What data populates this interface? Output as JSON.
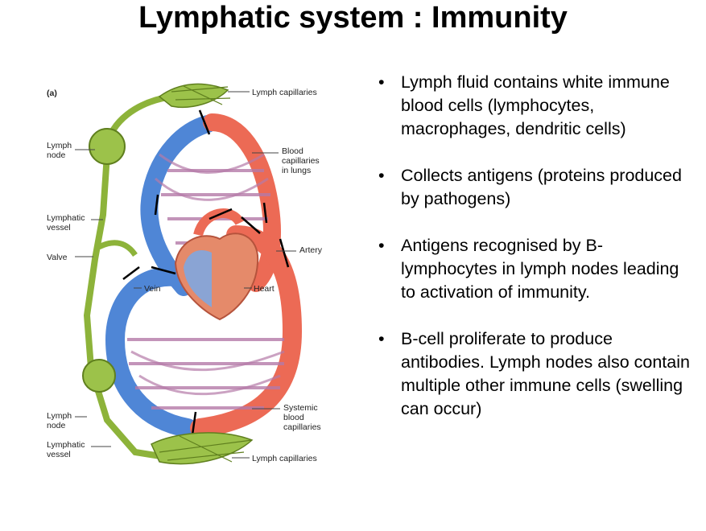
{
  "slide": {
    "title": "Lymphatic system : Immunity"
  },
  "figure": {
    "panel_label": "(a)",
    "labels": {
      "lymph_capillaries_top": "Lymph capillaries",
      "lymph_node_top_line1": "Lymph",
      "lymph_node_top_line2": "node",
      "blood_capillaries_line1": "Blood",
      "blood_capillaries_line2": "capillaries",
      "blood_capillaries_line3": "in lungs",
      "lymphatic_vessel_top_line1": "Lymphatic",
      "lymphatic_vessel_top_line2": "vessel",
      "artery": "Artery",
      "valve": "Valve",
      "vein": "Vein",
      "heart": "Heart",
      "systemic_line1": "Systemic",
      "systemic_line2": "blood",
      "systemic_line3": "capillaries",
      "lymph_node_bottom_line1": "Lymph",
      "lymph_node_bottom_line2": "node",
      "lymphatic_vessel_bottom_line1": "Lymphatic",
      "lymphatic_vessel_bottom_line2": "vessel",
      "lymph_capillaries_bottom": "Lymph capillaries"
    },
    "colors": {
      "lymph": "#8db33a",
      "lymph_dark": "#5f7f1e",
      "vein": "#4f86d6",
      "artery": "#ec6a55",
      "capillary_mix": "#b57aa8"
    }
  },
  "bullets": [
    "Lymph fluid contains white immune blood cells (lymphocytes, macrophages, dendritic cells)",
    "Collects antigens (proteins produced by pathogens)",
    "Antigens recognised by B-lymphocytes in lymph nodes leading to activation of immunity.",
    "B-cell proliferate to produce antibodies. Lymph nodes also contain multiple other immune cells (swelling can occur)"
  ]
}
